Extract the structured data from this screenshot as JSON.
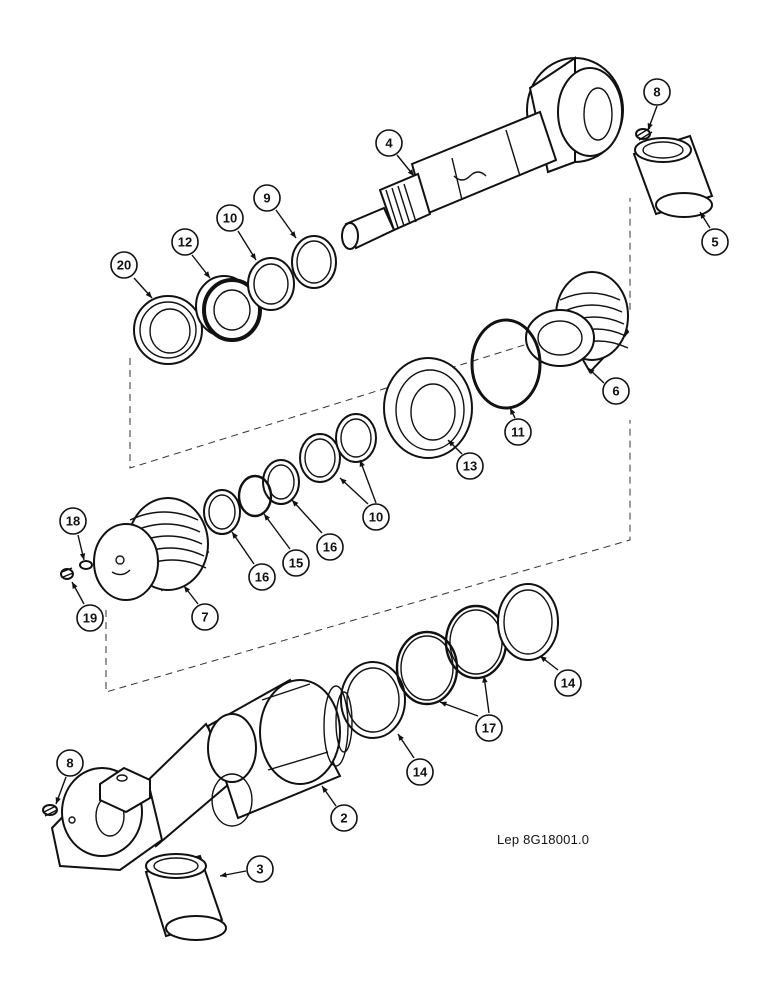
{
  "diagram": {
    "reference": "Lep 8G18001.0",
    "callouts": [
      {
        "id": "c8a",
        "label": "8"
      },
      {
        "id": "c4",
        "label": "4"
      },
      {
        "id": "c9",
        "label": "9"
      },
      {
        "id": "c10a",
        "label": "10"
      },
      {
        "id": "c12",
        "label": "12"
      },
      {
        "id": "c20",
        "label": "20"
      },
      {
        "id": "c5",
        "label": "5"
      },
      {
        "id": "c6",
        "label": "6"
      },
      {
        "id": "c11",
        "label": "11"
      },
      {
        "id": "c13",
        "label": "13"
      },
      {
        "id": "c10b",
        "label": "10"
      },
      {
        "id": "c18",
        "label": "18"
      },
      {
        "id": "c19",
        "label": "19"
      },
      {
        "id": "c16a",
        "label": "16"
      },
      {
        "id": "c15",
        "label": "15"
      },
      {
        "id": "c16b",
        "label": "16"
      },
      {
        "id": "c7",
        "label": "7"
      },
      {
        "id": "c14a",
        "label": "14"
      },
      {
        "id": "c17",
        "label": "17"
      },
      {
        "id": "c14b",
        "label": "14"
      },
      {
        "id": "c8b",
        "label": "8"
      },
      {
        "id": "c2",
        "label": "2"
      },
      {
        "id": "c3",
        "label": "3"
      }
    ]
  }
}
